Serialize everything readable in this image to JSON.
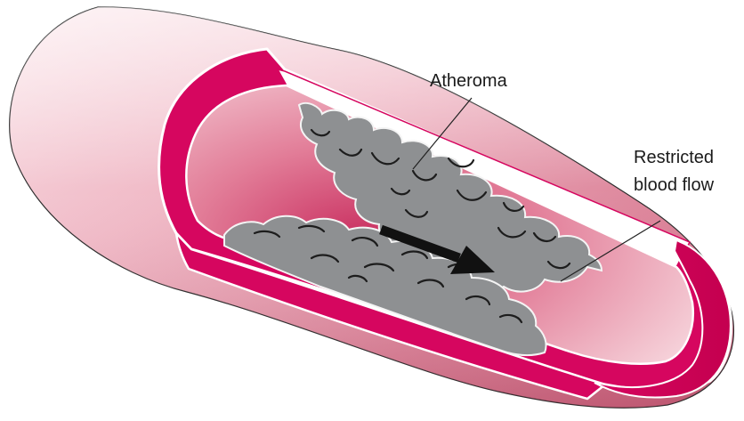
{
  "labels": {
    "atheroma": "Atheroma",
    "restricted_line1": "Restricted",
    "restricted_line2": "blood flow"
  },
  "colors": {
    "vessel_wall": "#d6065f",
    "vessel_outer_light": "#f8e1e6",
    "vessel_outer_mid": "#e59aab",
    "vessel_outer_dark": "#cf6a82",
    "lumen_light": "#f1c4cf",
    "lumen_dark": "#d3446f",
    "plaque": "#8e9092",
    "plaque_outline": "#f4f4f4",
    "plaque_texture": "#1d1d1d",
    "arrow": "#111111",
    "leader_line": "#222222"
  },
  "icons": {
    "flow_arrow": "arrow-right-icon"
  }
}
